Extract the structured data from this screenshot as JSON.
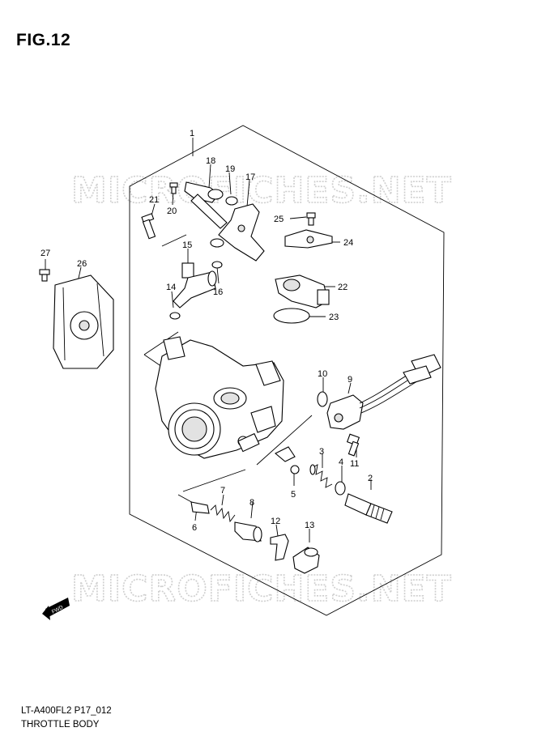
{
  "figure": {
    "title": "FIG.12",
    "model_code": "LT-A400FL2 P17_012",
    "section_name": "THROTTLE BODY"
  },
  "watermark": {
    "top_text": "MICROFICHES.NET",
    "bottom_text": "MICROFICHES.NET"
  },
  "direction_badge": "FWD",
  "callouts": [
    "1",
    "2",
    "3",
    "4",
    "5",
    "6",
    "7",
    "8",
    "9",
    "10",
    "11",
    "12",
    "13",
    "14",
    "15",
    "16",
    "17",
    "18",
    "19",
    "20",
    "21",
    "22",
    "23",
    "24",
    "25",
    "26",
    "27"
  ],
  "callout_labels": {
    "c1": "1",
    "c2": "2",
    "c3": "3",
    "c4": "4",
    "c5": "5",
    "c6": "6",
    "c7": "7",
    "c8": "8",
    "c9": "9",
    "c10": "10",
    "c11": "11",
    "c12": "12",
    "c13": "13",
    "c14": "14",
    "c15": "15",
    "c16": "16",
    "c17": "17",
    "c18": "18",
    "c19": "19",
    "c20": "20",
    "c21": "21",
    "c22": "22",
    "c23": "23",
    "c24": "24",
    "c25": "25",
    "c26": "26",
    "c27": "27"
  }
}
